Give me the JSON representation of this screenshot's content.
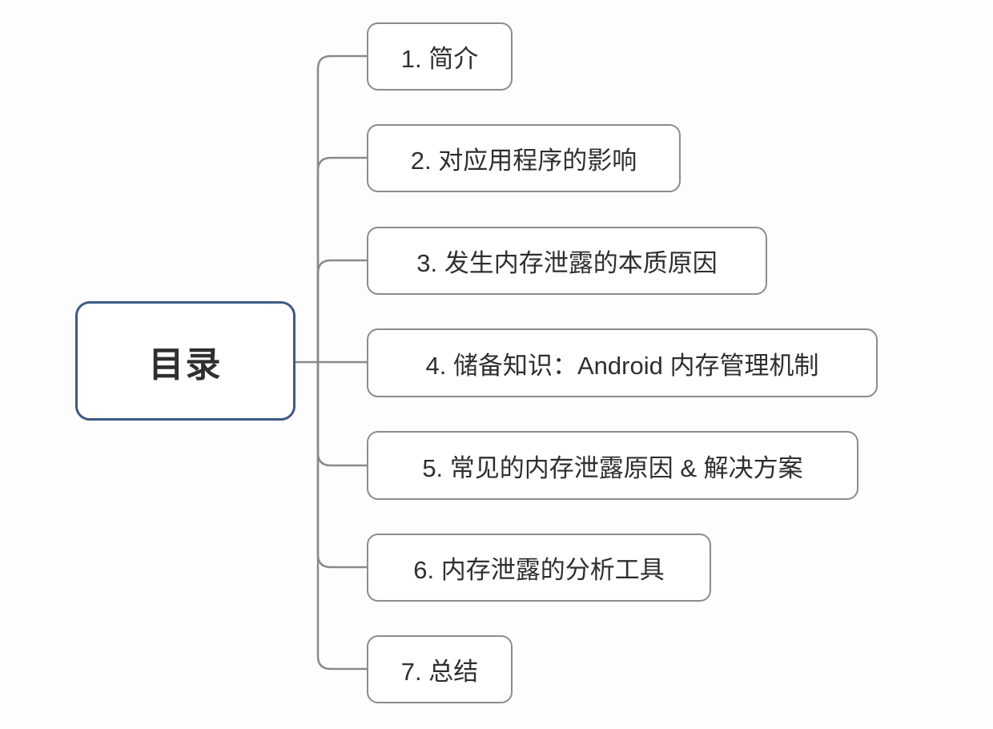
{
  "root": {
    "label": "目录"
  },
  "topics": [
    {
      "label": "1. 简介"
    },
    {
      "label": "2. 对应用程序的影响"
    },
    {
      "label": "3. 发生内存泄露的本质原因"
    },
    {
      "label": "4. 储备知识：Android 内存管理机制"
    },
    {
      "label": "5. 常见的内存泄露原因 & 解决方案"
    },
    {
      "label": "6. 内存泄露的分析工具"
    },
    {
      "label": "7. 总结"
    }
  ],
  "colors": {
    "background": "#fdfdfd",
    "root_border": "#3d5a85",
    "topic_border": "#8c8c8c",
    "connector": "#8a8a8a",
    "text": "#2f2f2f"
  }
}
